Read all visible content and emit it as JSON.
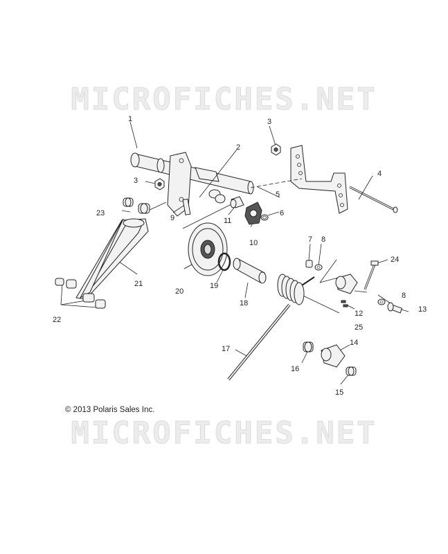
{
  "watermark": {
    "text": "MICROFICHES.NET"
  },
  "copyright": "© 2013 Polaris Sales Inc.",
  "callouts": {
    "c1": "1",
    "c2": "2",
    "c3a": "3",
    "c3b": "3",
    "c4": "4",
    "c5": "5",
    "c6": "6",
    "c7": "7",
    "c8a": "8",
    "c8b": "8",
    "c9": "9",
    "c10": "10",
    "c11": "11",
    "c12": "12",
    "c13": "13",
    "c14": "14",
    "c15": "15",
    "c16": "16",
    "c17": "17",
    "c18": "18",
    "c19": "19",
    "c20": "20",
    "c21": "21",
    "c22": "22",
    "c23": "23",
    "c24": "24",
    "c25": "25"
  }
}
